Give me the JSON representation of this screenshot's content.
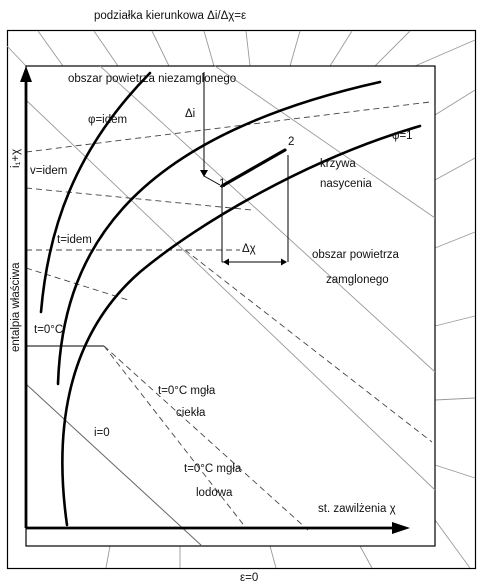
{
  "header": {
    "scale_label": "podziałka kierunkowa Δi/Δχ=ε"
  },
  "footer": {
    "epsilon_zero": "ε=0"
  },
  "axes": {
    "y_label_main": "entalpia właściwa",
    "y_label_sub": "i₁+χ",
    "x_label": "st. zawilżenia χ"
  },
  "regions": {
    "unsaturated": "obszar powietrza niezamglonego",
    "fogged_line1": "obszar powietrza",
    "fogged_line2": "zamglonego"
  },
  "curves": {
    "phi_idem": "φ=idem",
    "phi_one": "φ=1",
    "saturation_line1": "krzywa",
    "saturation_line2": "nasycenia",
    "v_idem": "v=idem",
    "t_idem": "t=idem",
    "t_zero": "t=0°C",
    "i_zero": "i=0",
    "fog_liquid_line1": "t=0°C mgła",
    "fog_liquid_line2": "ciekła",
    "fog_ice_line1": "t=0°C mgła",
    "fog_ice_line2": "lodowa"
  },
  "process": {
    "point1": "1",
    "point2": "2",
    "delta_i": "Δi",
    "delta_chi": "Δχ"
  },
  "colors": {
    "line": "#000000",
    "guide": "#9a9a9a",
    "background": "#ffffff"
  }
}
